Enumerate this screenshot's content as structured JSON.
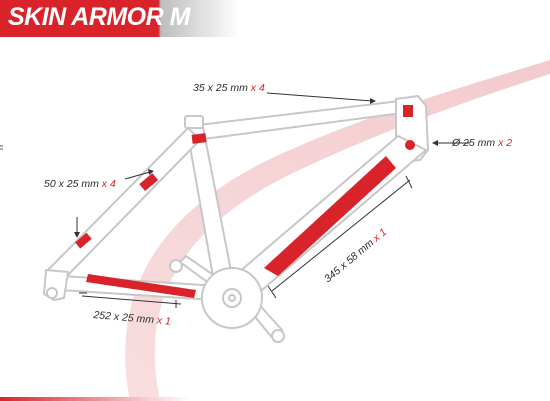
{
  "title": "SKIN ARMOR M",
  "colors": {
    "brand_red": "#d9232b",
    "frame_outline": "#c7c7c7",
    "swoosh": "#f2c7ca",
    "text": "#2a2a2a"
  },
  "labels": {
    "top_tube": {
      "size": "35 x 25 mm",
      "qty": "x 4"
    },
    "head_tube": {
      "size": "Ø 25 mm",
      "qty": "x 2"
    },
    "seat_tube": {
      "size": "50 x 25 mm",
      "qty": "x 4"
    },
    "chainstay": {
      "size": "252 x 25 mm",
      "qty": "x 1"
    },
    "down_tube": {
      "size": "345 x 58 mm",
      "qty": "x 1"
    }
  }
}
